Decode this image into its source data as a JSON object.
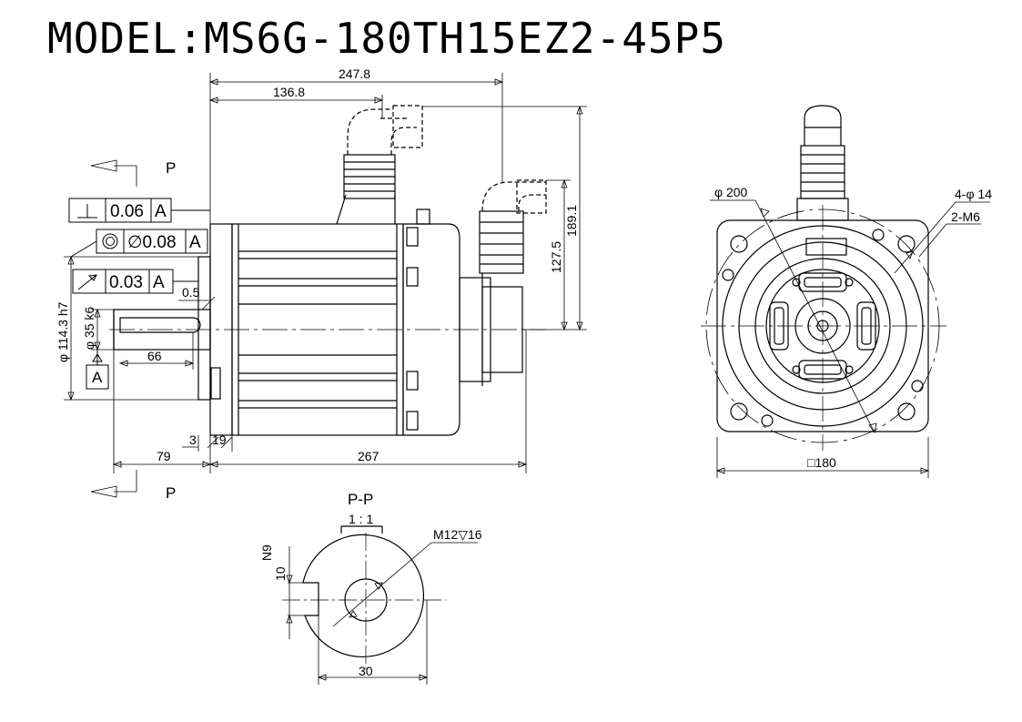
{
  "title": "MODEL:MS6G-180TH15EZ2-45P5",
  "side_view": {
    "dim_247_8": "247.8",
    "dim_136_8": "136.8",
    "dim_189_1": "189.1",
    "dim_127_5": "127.5",
    "dim_0_5": "0.5",
    "dim_66": "66",
    "dim_3": "3",
    "dim_19": "19",
    "dim_79": "79",
    "dim_267": "267",
    "dia_114": "φ 114.3  h7",
    "dia_35": "φ 35 k6",
    "section_label_top": "P",
    "section_label_bottom": "P",
    "datum": "A"
  },
  "tolerance_frames": [
    {
      "symbol": "perpendicularity",
      "value": "0.06",
      "datum": "A"
    },
    {
      "symbol": "concentricity",
      "value": "∅0.08",
      "datum": "A"
    },
    {
      "symbol": "runout",
      "value": "0.03",
      "datum": "A"
    }
  ],
  "front_view": {
    "dia_200": "φ 200",
    "holes": "4-φ 14",
    "threads": "2-M6",
    "square": "□180"
  },
  "section_view": {
    "title": "P-P",
    "scale": "1 : 1",
    "thread": "M12▽16",
    "dim_n9": "N9",
    "dim_10": "10",
    "dim_30": "30"
  }
}
